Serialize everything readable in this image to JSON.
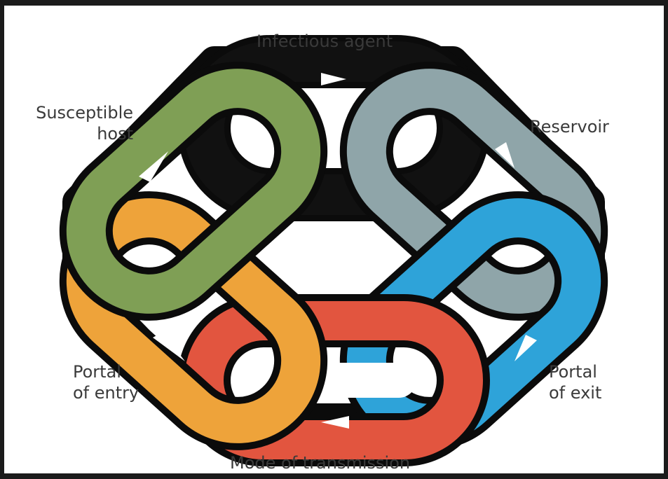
{
  "labels": {
    "infectious_agent": "Infectious agent",
    "reservoir": "Reservoir",
    "portal_of_exit": [
      "Portal",
      "of exit"
    ],
    "mode_of_transmission": "Mode of transmission",
    "portal_of_entry": [
      "Portal",
      "of entry"
    ],
    "susceptible_host": [
      "Susceptible",
      "host"
    ]
  },
  "links": [
    {
      "name": "infectious-agent-link",
      "color": "#111111"
    },
    {
      "name": "reservoir-link",
      "color": "#8fa5a9"
    },
    {
      "name": "portal-of-exit-link",
      "color": "#2ea3d9"
    },
    {
      "name": "mode-of-transmission-link",
      "color": "#e2553f"
    },
    {
      "name": "portal-of-entry-link",
      "color": "#eea33a"
    },
    {
      "name": "susceptible-host-link",
      "color": "#7f9f55"
    }
  ],
  "colors": {
    "outline": "#0b0b0b",
    "arrow": "#ffffff",
    "background": "#ffffff",
    "frame": "#1b1b1b"
  }
}
